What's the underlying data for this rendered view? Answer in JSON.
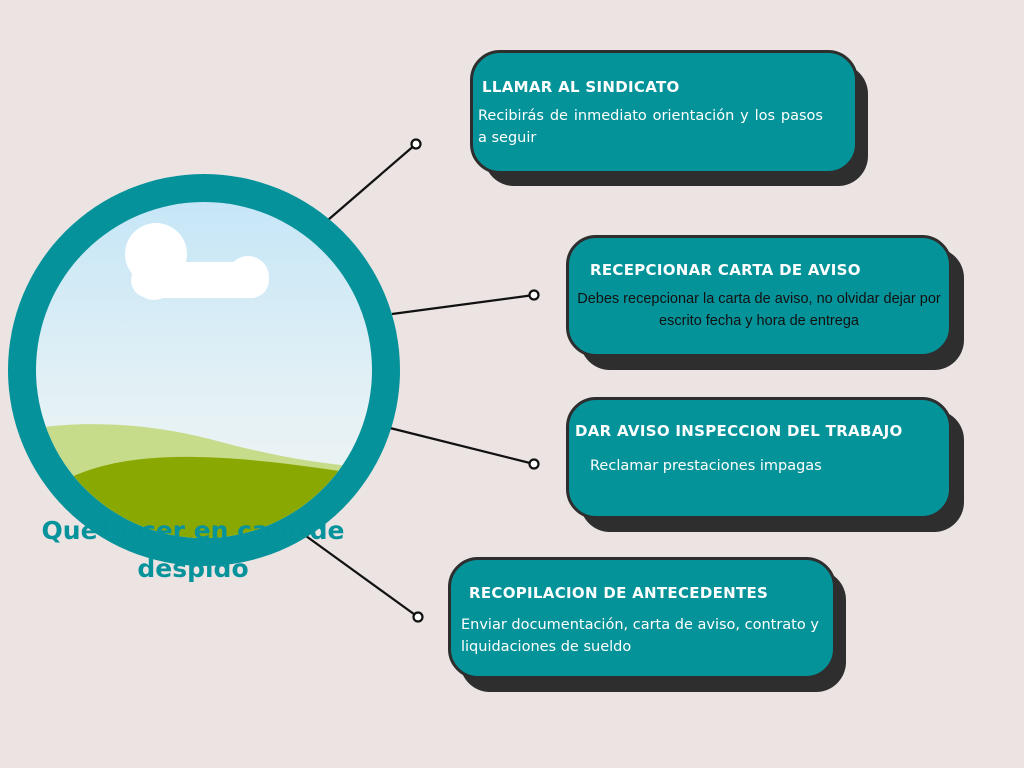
{
  "central_topic": "Que hacer en caso de despido",
  "steps": [
    {
      "title": "LLAMAR AL SINDICATO",
      "text": "Recibirás de inmediato orientación y los pasos a seguir"
    },
    {
      "title": "RECEPCIONAR CARTA DE AVISO",
      "text": "Debes recepcionar la carta de aviso, no olvidar dejar por escrito fecha y hora de entrega"
    },
    {
      "title": "DAR AVISO INSPECCION DEL TRABAJO",
      "text": "Reclamar prestaciones impagas"
    },
    {
      "title": "RECOPILACION DE ANTECEDENTES",
      "text": "Enviar documentación, carta de aviso, contrato y liquidaciones de sueldo"
    }
  ],
  "colors": {
    "background": "#ebe4e3",
    "teal": "#05939a",
    "shadow": "#2e2e2e",
    "text_light": "#ffffff",
    "hub_title": "#07939b"
  }
}
